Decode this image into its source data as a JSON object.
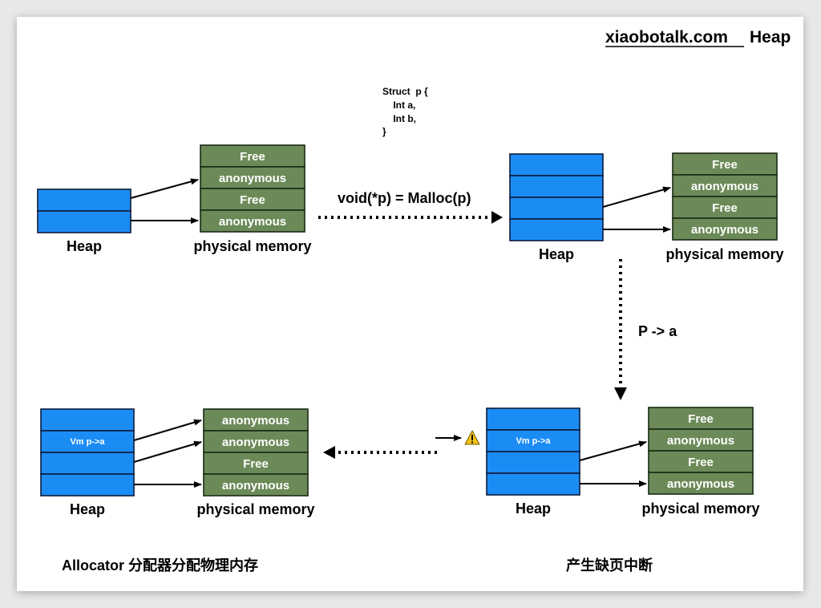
{
  "header": {
    "site": "xiaobotalk.com",
    "topic": "Heap"
  },
  "code": {
    "lines": [
      "Struct  p {",
      "    Int a,",
      "    Int b,",
      "}"
    ]
  },
  "call_label": "void(*p) = Malloc(p)",
  "access_label": "P -> a",
  "labels": {
    "heap": "Heap",
    "physical": "physical memory"
  },
  "cells": {
    "free": "Free",
    "anonymous": "anonymous",
    "vm": "Vm p->a"
  },
  "captions": {
    "allocator": "Allocator 分配器分配物理内存",
    "page_fault": "产生缺页中断"
  },
  "colors": {
    "heap_block": "#1c8cf5",
    "physical_block": "#6c8a58",
    "warning": "#f2c314"
  }
}
